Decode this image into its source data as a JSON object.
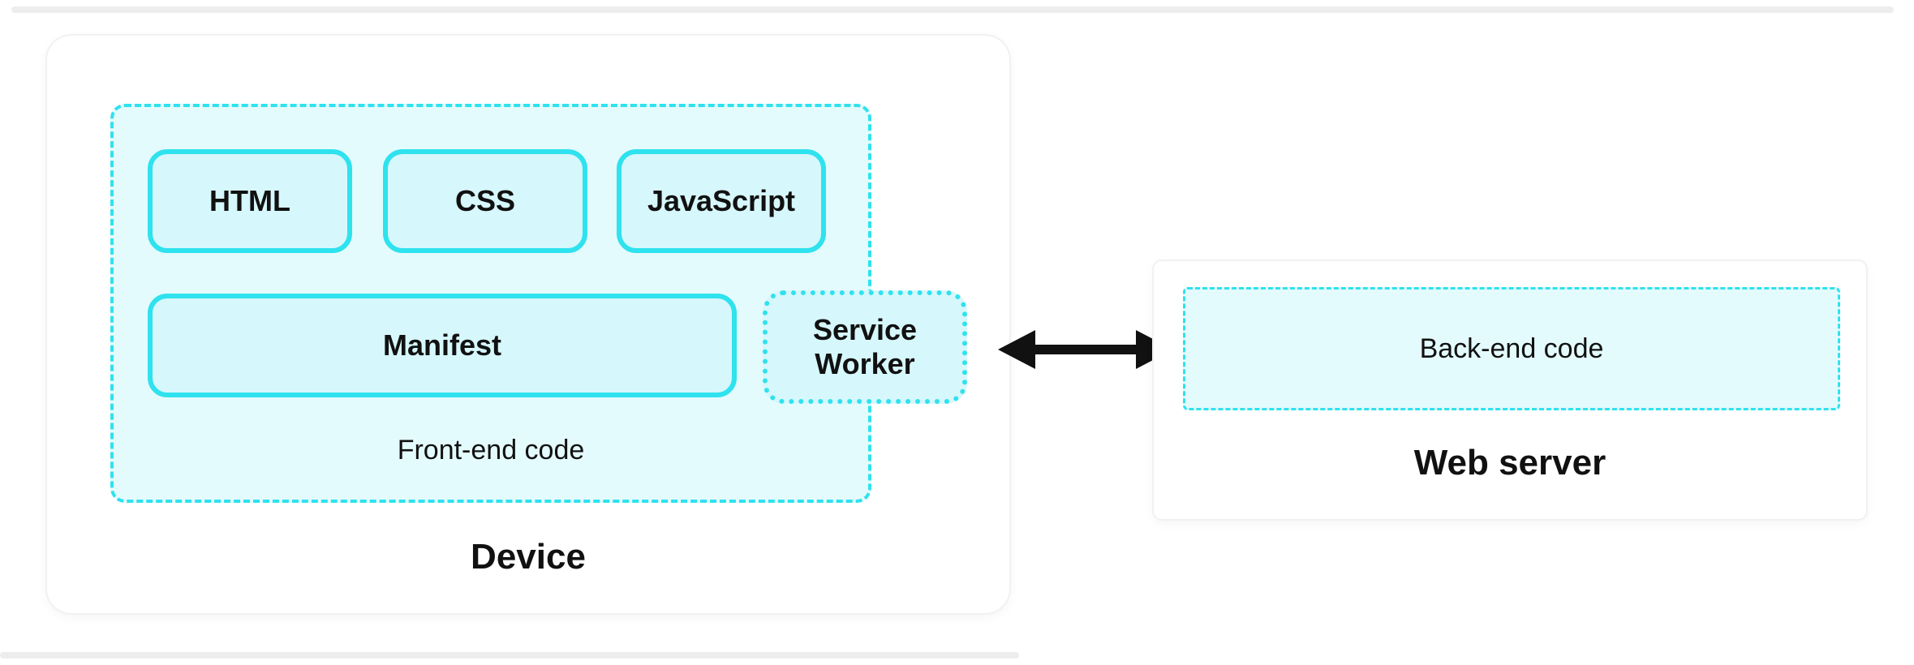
{
  "diagram": {
    "device": {
      "label": "Device",
      "frontend": {
        "label": "Front-end code",
        "boxes": [
          {
            "label": "HTML"
          },
          {
            "label": "CSS"
          },
          {
            "label": "JavaScript"
          },
          {
            "label": "Manifest"
          },
          {
            "label": "Service Worker"
          }
        ]
      }
    },
    "connection": {
      "type": "double-headed-arrow"
    },
    "server": {
      "label": "Web server",
      "backend": {
        "label": "Back-end code"
      }
    },
    "colors": {
      "cyan": "#2EE2EE",
      "container_fill": "#E4FBFD",
      "box_fill": "#D6F7FB",
      "label_text": "#111111",
      "arrow": "#111111"
    }
  }
}
